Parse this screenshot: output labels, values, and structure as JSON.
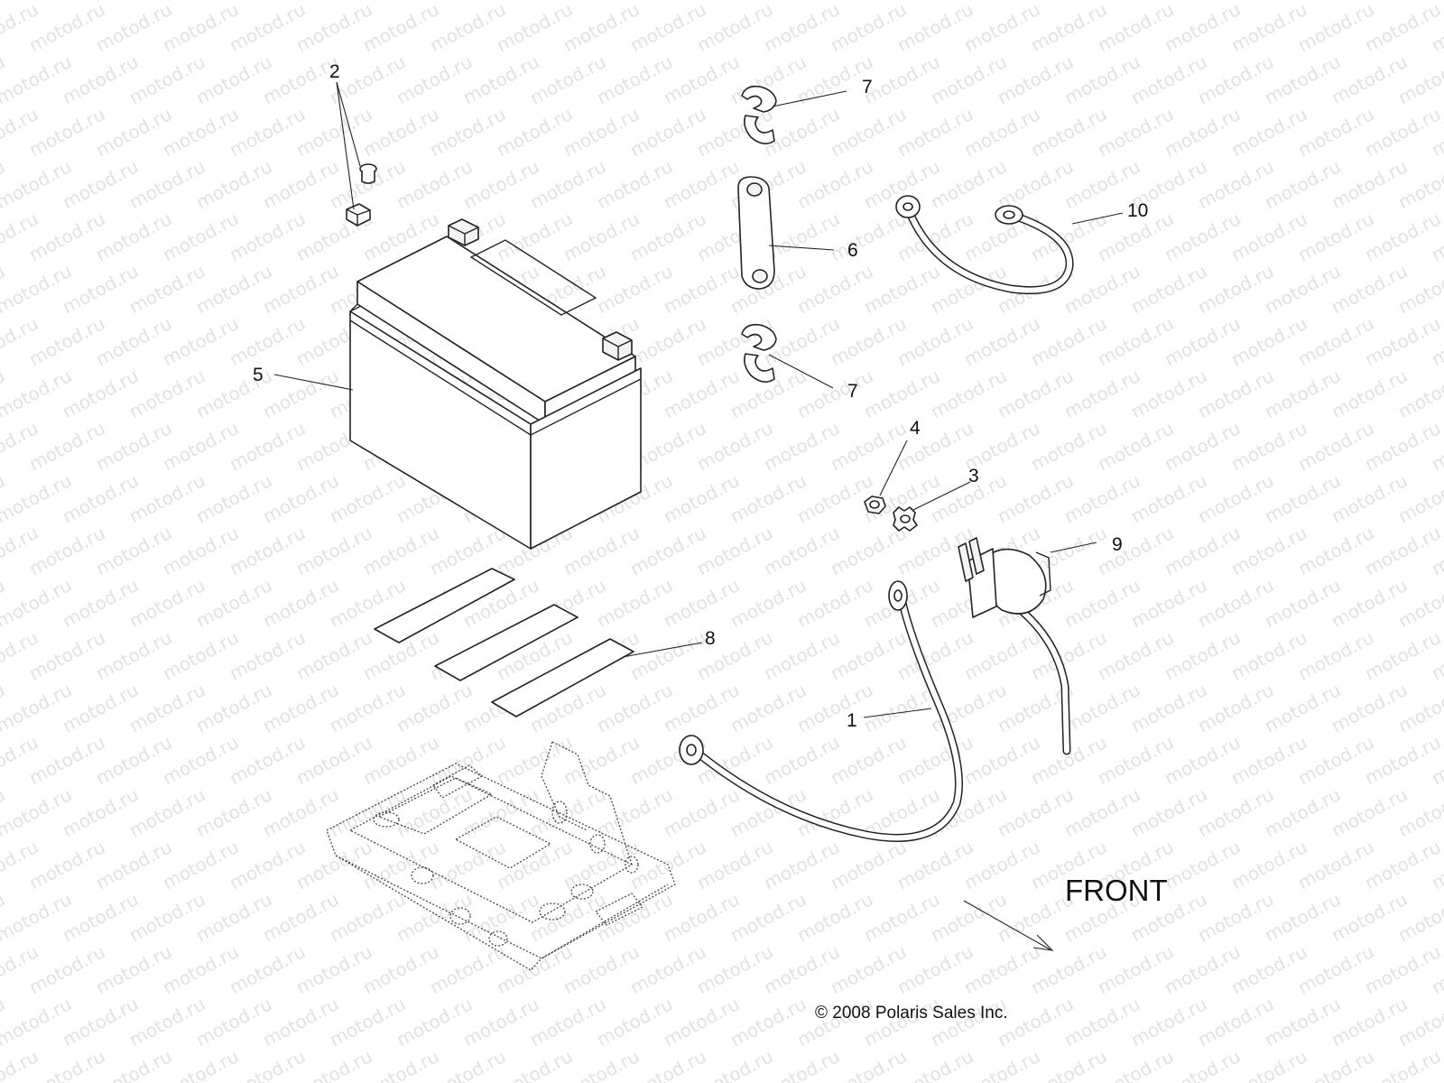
{
  "watermark": {
    "text": "motod.ru",
    "color": "#e2e2e2"
  },
  "callouts": {
    "part_1": "1",
    "part_2": "2",
    "part_3": "3",
    "part_4": "4",
    "part_5": "5",
    "part_6": "6",
    "part_7_top": "7",
    "part_7_bottom": "7",
    "part_8": "8",
    "part_9": "9",
    "part_10": "10"
  },
  "direction": {
    "label": "FRONT"
  },
  "footer": {
    "copyright": "© 2008 Polaris Sales Inc."
  },
  "colors": {
    "ink": "#222222",
    "background": "#ffffff"
  }
}
